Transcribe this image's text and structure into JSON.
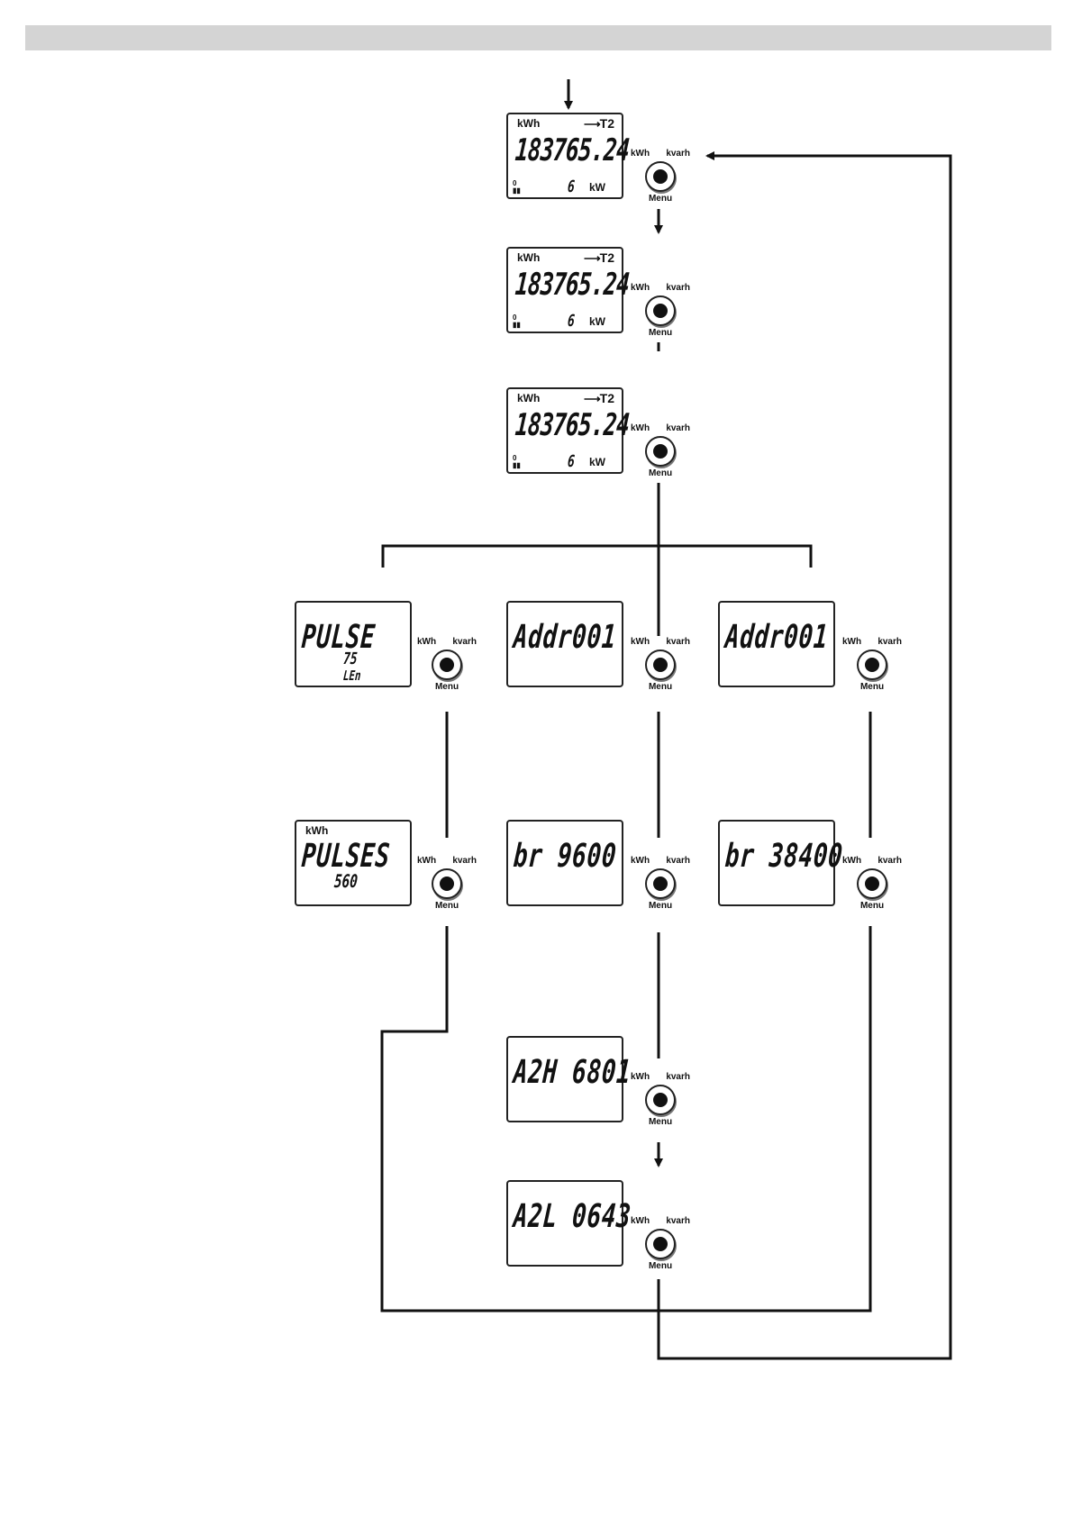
{
  "button": {
    "kwh_label": "kWh",
    "kvarh_label": "kvarh",
    "menu_label": "Menu"
  },
  "energy_screen": {
    "unit": "kWh",
    "tariff": "T2",
    "reading": "18376524",
    "decimal_point": ".",
    "power": "6",
    "power_unit": "kW",
    "level": "0"
  },
  "screens": {
    "pulse": {
      "line1": "PULSE",
      "line2": "75",
      "line3": "LEn"
    },
    "pulses": {
      "unit": "kWh",
      "line1": "PULSES",
      "line2": "560"
    },
    "addr_a": {
      "line1": "Addr001"
    },
    "addr_b": {
      "line1": "Addr001"
    },
    "br_a": {
      "line1": "br 9600"
    },
    "br_b": {
      "line1": "br 38400"
    },
    "a2h": {
      "line1": "A2H 6801"
    },
    "a2l": {
      "line1": "A2L 0643"
    }
  }
}
